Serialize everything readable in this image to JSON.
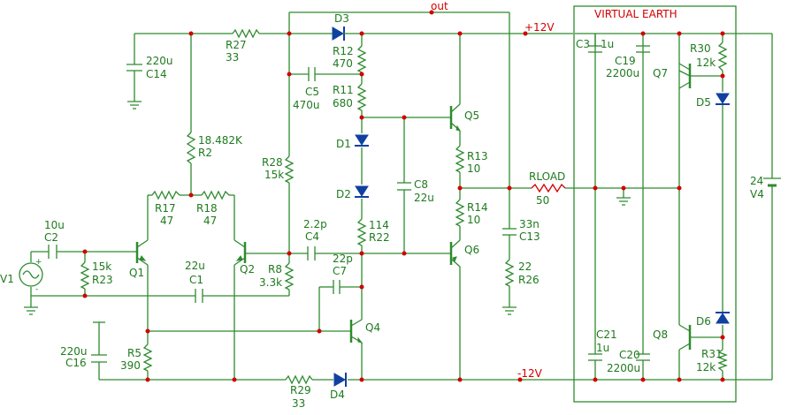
{
  "nets": {
    "plus": "+12V",
    "minus": "-12V",
    "out": "out"
  },
  "block_title": "VIRTUAL EARTH",
  "components": {
    "R27": {
      "ref": "R27",
      "val": "33"
    },
    "C14": {
      "ref": "C14",
      "val": "220u"
    },
    "R2": {
      "ref": "R2",
      "val": "18.482K"
    },
    "R17": {
      "ref": "R17",
      "val": "47"
    },
    "R18": {
      "ref": "R18",
      "val": "47"
    },
    "C2": {
      "ref": "C2",
      "val": "10u"
    },
    "R23": {
      "ref": "R23",
      "val": "15k"
    },
    "V1": {
      "ref": "V1"
    },
    "Q1": {
      "ref": "Q1"
    },
    "Q2": {
      "ref": "Q2"
    },
    "C1": {
      "ref": "C1",
      "val": "22u"
    },
    "R8": {
      "ref": "R8",
      "val": "3.3k"
    },
    "R28": {
      "ref": "R28",
      "val": "15k"
    },
    "C4": {
      "ref": "C4",
      "val": "2.2p"
    },
    "C7": {
      "ref": "C7",
      "val": "22p"
    },
    "Q4": {
      "ref": "Q4"
    },
    "R5": {
      "ref": "R5",
      "val": "390"
    },
    "C16": {
      "ref": "C16",
      "val": "220u"
    },
    "R29": {
      "ref": "R29",
      "val": "33"
    },
    "D4": {
      "ref": "D4"
    },
    "D3": {
      "ref": "D3"
    },
    "R12": {
      "ref": "R12",
      "val": "470"
    },
    "C5": {
      "ref": "C5",
      "val": "470u"
    },
    "R11": {
      "ref": "R11",
      "val": "680"
    },
    "D1": {
      "ref": "D1"
    },
    "D2": {
      "ref": "D2"
    },
    "R22": {
      "ref": "R22",
      "val": "114"
    },
    "C8": {
      "ref": "C8",
      "val": "22u"
    },
    "Q5": {
      "ref": "Q5"
    },
    "R13": {
      "ref": "R13",
      "val": "10"
    },
    "R14": {
      "ref": "R14",
      "val": "10"
    },
    "Q6": {
      "ref": "Q6"
    },
    "C13": {
      "ref": "C13",
      "val": "33n"
    },
    "R26": {
      "ref": "R26",
      "val": "22"
    },
    "RLOAD": {
      "ref": "RLOAD",
      "val": "50"
    },
    "C3": {
      "ref": "C3",
      "val": "1u"
    },
    "C19": {
      "ref": "C19",
      "val": "2200u"
    },
    "Q7": {
      "ref": "Q7"
    },
    "R30": {
      "ref": "R30",
      "val": "12k"
    },
    "D5": {
      "ref": "D5"
    },
    "V4": {
      "ref": "V4",
      "val": "24"
    },
    "C21": {
      "ref": "C21",
      "val": "1u"
    },
    "C20": {
      "ref": "C20",
      "val": "2200u"
    },
    "Q8": {
      "ref": "Q8"
    },
    "D6": {
      "ref": "D6"
    },
    "R31": {
      "ref": "R31",
      "val": "12k"
    }
  }
}
